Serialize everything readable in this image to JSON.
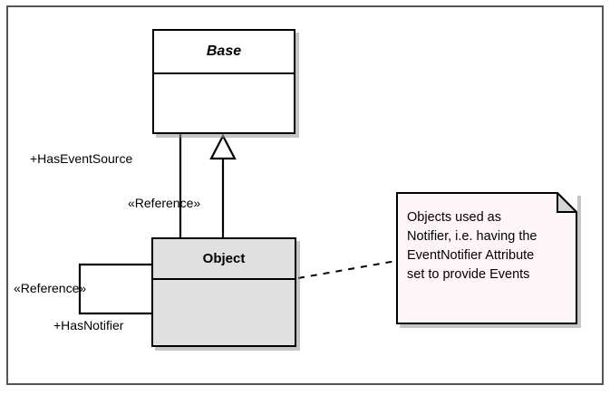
{
  "diagram": {
    "type": "uml-class-diagram",
    "background_color": "#ffffff",
    "frame_color": "#555555"
  },
  "classes": [
    {
      "name": "base",
      "title": "Base",
      "abstract": true,
      "fill": "#ffffff",
      "compartments": [
        "",
        ""
      ]
    },
    {
      "name": "object",
      "title": "Object",
      "abstract": false,
      "fill": "#e0e0e0",
      "compartments": [
        "",
        ""
      ]
    }
  ],
  "note": {
    "text": "Objects used as\nNotifier, i.e. having the\nEventNotifier Attribute\nset to provide Events",
    "fill": "#fdf5f8",
    "fold_fill": "#d4d4d4"
  },
  "edges": {
    "generalization": {
      "from": "Object",
      "to": "Base",
      "arrowhead": "hollow-triangle"
    },
    "association_event_source": {
      "role_label": "+HasEventSource",
      "stereotype": "«Reference»"
    },
    "association_notifier": {
      "role_label": "+HasNotifier",
      "stereotype": "«Reference»",
      "self_loop": true
    },
    "note_link": {
      "style": "dashed",
      "from": "Object",
      "to": "note"
    }
  },
  "labels": {
    "has_event_source": "+HasEventSource",
    "reference_upper": "«Reference»",
    "reference_lower": "«Reference»",
    "has_notifier": "+HasNotifier"
  }
}
